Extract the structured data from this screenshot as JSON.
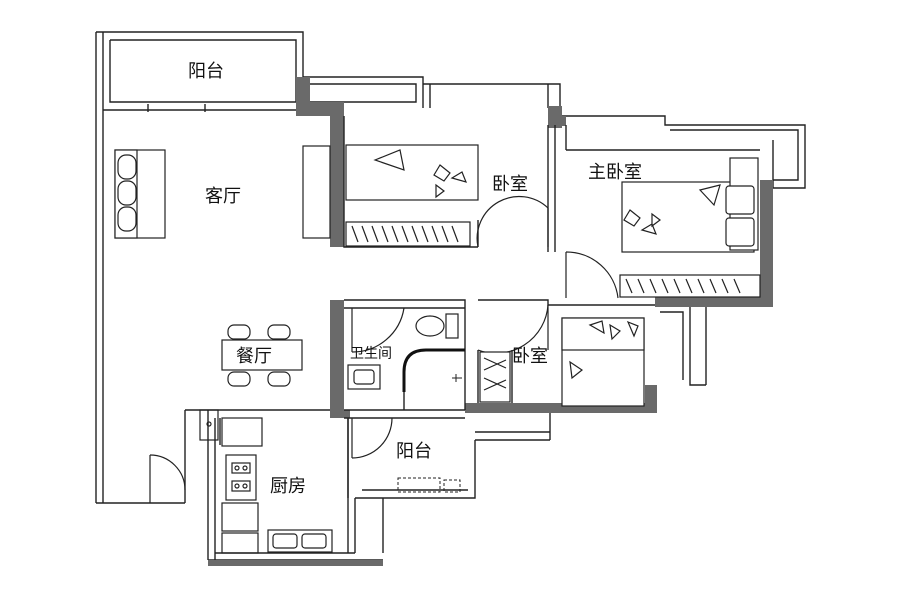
{
  "rooms": {
    "balcony_top": "阳台",
    "living": "客厅",
    "bedroom_mid": "卧室",
    "master_bedroom": "主卧室",
    "dining": "餐厅",
    "bathroom": "卫生间",
    "bedroom_small": "卧室",
    "balcony_bottom": "阳台",
    "kitchen": "厨房"
  },
  "colors": {
    "wall": "#6a6a6a",
    "line": "#222222",
    "fill": "#ffffff"
  }
}
